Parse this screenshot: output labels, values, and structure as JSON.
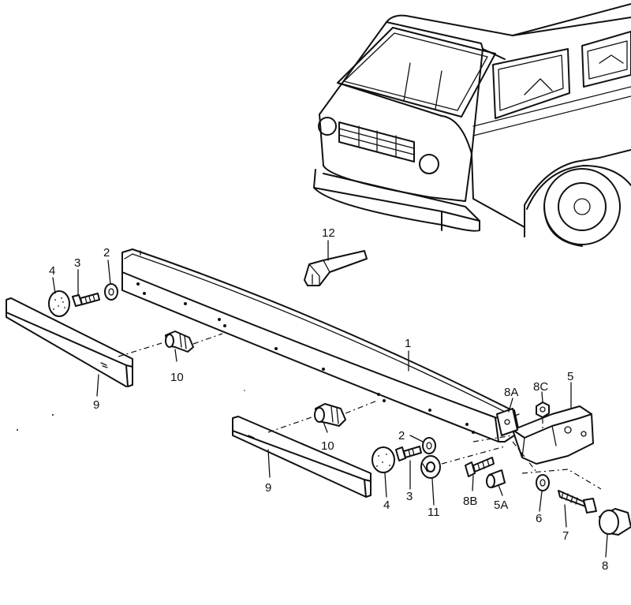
{
  "callouts": {
    "c1": "1",
    "c2a": "2",
    "c2b": "2",
    "c3a": "3",
    "c3b": "3",
    "c4a": "4",
    "c4b": "4",
    "c5": "5",
    "c5a": "5A",
    "c6": "6",
    "c7": "7",
    "c8": "8",
    "c8a": "8A",
    "c8b": "8B",
    "c8c": "8C",
    "c9a": "9",
    "c9b": "9",
    "c10a": "10",
    "c10b": "10",
    "c11": "11",
    "c12": "12"
  }
}
